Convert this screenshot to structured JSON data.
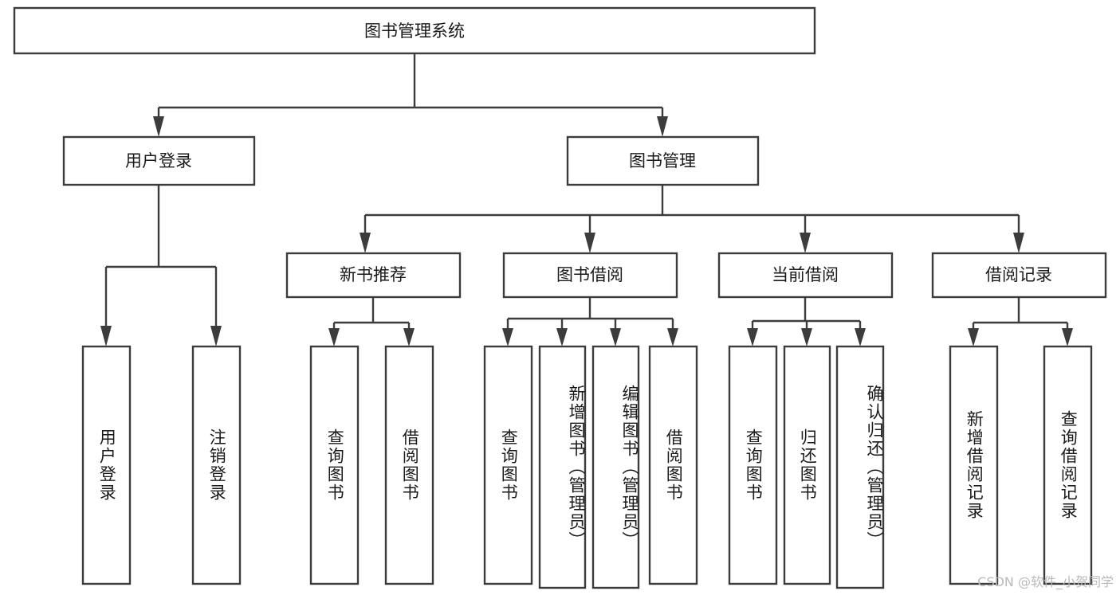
{
  "diagram": {
    "title": "图书管理系统",
    "type": "hierarchy-tree",
    "orientation": "top-down",
    "colors": {
      "box_fill": "#ffffff",
      "box_stroke": "#3c3c3c",
      "connector": "#3c3c3c",
      "text": "#1a1a1a",
      "watermark": "#b9b9b9",
      "background": "#ffffff"
    },
    "levels": {
      "root": {
        "label": "图书管理系统"
      },
      "level2": [
        {
          "label": "用户登录"
        },
        {
          "label": "图书管理"
        }
      ],
      "level3": [
        {
          "label": "新书推荐"
        },
        {
          "label": "图书借阅"
        },
        {
          "label": "当前借阅"
        },
        {
          "label": "借阅记录"
        }
      ],
      "leaves": {
        "user_login": [
          {
            "label": "用户登录"
          },
          {
            "label": "注销登录"
          }
        ],
        "new_book_recommend": [
          {
            "label": "查询图书"
          },
          {
            "label": "借阅图书"
          }
        ],
        "book_borrow": [
          {
            "label": "查询图书"
          },
          {
            "label": "新增图书（管理员）"
          },
          {
            "label": "编辑图书（管理员）"
          },
          {
            "label": "借阅图书"
          }
        ],
        "current_borrow": [
          {
            "label": "查询图书"
          },
          {
            "label": "归还图书"
          },
          {
            "label": "确认归还（管理员）"
          }
        ],
        "borrow_record": [
          {
            "label": "新增借阅记录"
          },
          {
            "label": "查询借阅记录"
          }
        ]
      }
    }
  },
  "watermark": {
    "text": "CSDN @软件_小贺同学"
  }
}
